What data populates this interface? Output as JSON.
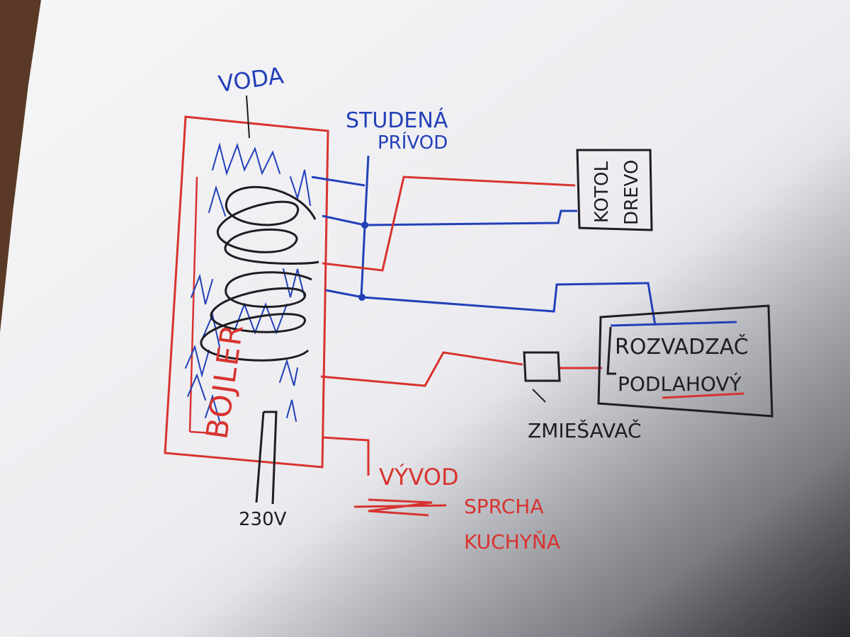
{
  "labels": {
    "voda": "VODA",
    "studena": "STUDENÁ",
    "privod": "PRÍVOD",
    "kotol": "KOTOL",
    "drevo": "DREVO",
    "rozvadzac": "ROZVADZAČ",
    "podlahovy": "PODLAHOVÝ",
    "zmiesavac": "ZMIEŠAVAČ",
    "bojler": "BOJLER",
    "vyvod": "VÝVOD",
    "sprcha": "SPRCHA",
    "kuchyna": "KUCHYŇA",
    "voltage": "230V"
  },
  "colors": {
    "paper": "#f3f3f5",
    "red": "#d8332f",
    "blue": "#2340b8",
    "black": "#1e1e22"
  }
}
